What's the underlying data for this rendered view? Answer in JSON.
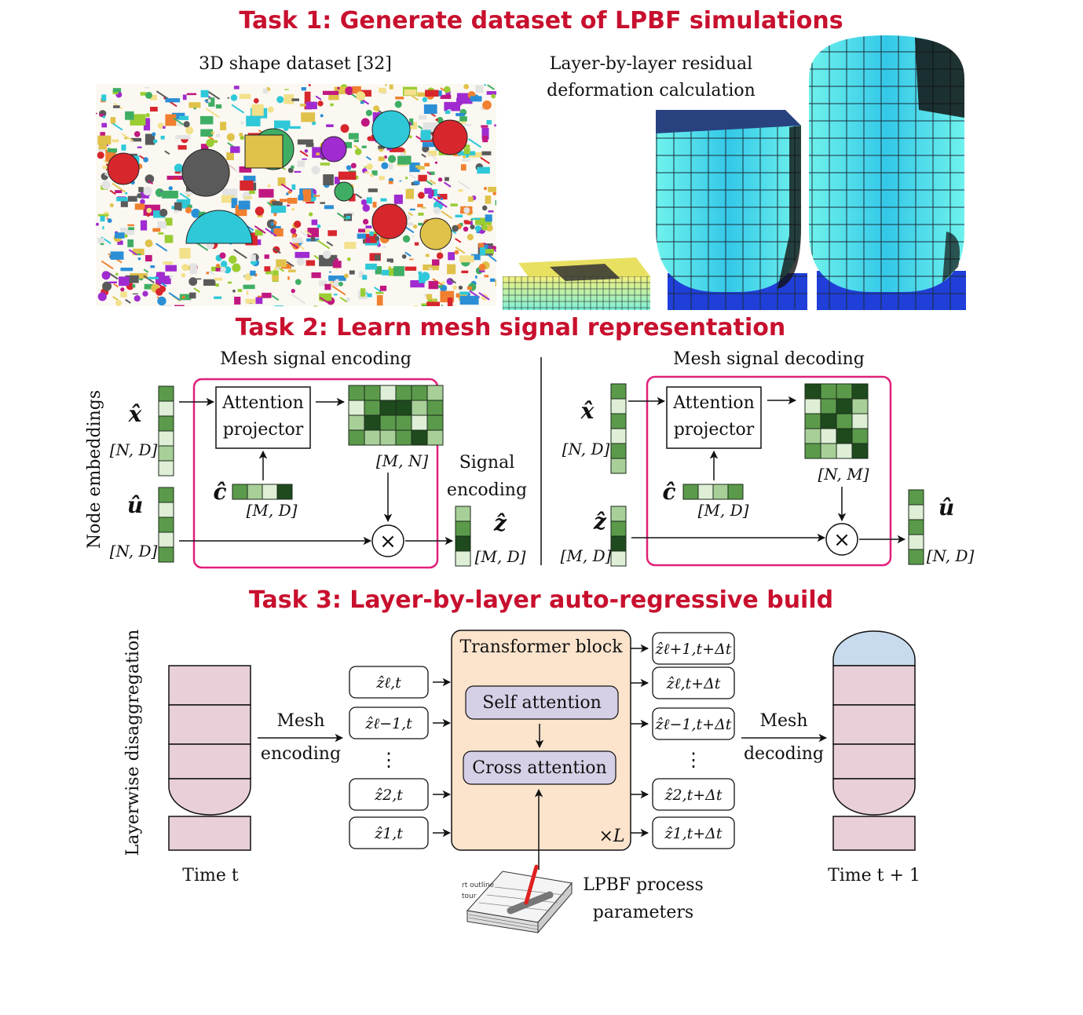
{
  "colors": {
    "title_red": "#c8102e",
    "highlight_pink": "#e0207a",
    "green_dark": "#1e4a1e",
    "green_mid": "#5b9a4a",
    "green_light": "#a8cf98",
    "green_pale": "#dfeed6",
    "transformer_bg": "#fbe3cc",
    "attention_bg": "#d6d0e6",
    "layer_pink": "#e9cfd8",
    "cap_blue": "#c8dbee",
    "mesh_cyan": "#3de6e2",
    "mesh_blue": "#1f3fd8"
  },
  "task1": {
    "title": "Task 1: Generate dataset of LPBF simulations",
    "shape_dataset_label": "3D shape dataset [32]",
    "deformation_label_line1": "Layer-by-layer residual",
    "deformation_label_line2": "deformation calculation"
  },
  "task2": {
    "title": "Task 2: Learn mesh signal representation",
    "side_label": "Node embeddings",
    "encoding": {
      "header": "Mesh signal encoding",
      "x_hat": "x̂",
      "x_dim": "[N, D]",
      "u_hat": "û",
      "u_dim": "[N, D]",
      "attention_line1": "Attention",
      "attention_line2": "projector",
      "c_hat": "ĉ",
      "c_dim": "[M, D]",
      "matrix_dim": "[M, N]",
      "signal_line1": "Signal",
      "signal_line2": "encoding",
      "z_hat": "ẑ",
      "z_dim": "[M, D]"
    },
    "decoding": {
      "header": "Mesh signal decoding",
      "x_hat": "x̂",
      "x_dim": "[N, D]",
      "z_hat": "ẑ",
      "z_dim": "[M, D]",
      "attention_line1": "Attention",
      "attention_line2": "projector",
      "c_hat": "ĉ",
      "c_dim": "[M, D]",
      "matrix_dim": "[N, M]",
      "u_hat": "û",
      "u_dim": "[N, D]"
    },
    "times_symbol": "×"
  },
  "task3": {
    "title": "Task 3: Layer-by-layer auto-regressive build",
    "side_label": "Layerwise disaggregation",
    "time_left": "Time t",
    "time_right": "Time t + 1",
    "mesh_encoding_line1": "Mesh",
    "mesh_encoding_line2": "encoding",
    "mesh_decoding_line1": "Mesh",
    "mesh_decoding_line2": "decoding",
    "transformer_title": "Transformer block",
    "self_attention": "Self attention",
    "cross_attention": "Cross attention",
    "repeat_label": "×L",
    "inputs": [
      "ẑℓ,t",
      "ẑℓ−1,t",
      "⋮",
      "ẑ2,t",
      "ẑ1,t"
    ],
    "outputs": [
      "ẑℓ+1,t+Δt",
      "ẑℓ,t+Δt",
      "ẑℓ−1,t+Δt",
      "⋮",
      "ẑ2,t+Δt",
      "ẑ1,t+Δt"
    ],
    "lpbf_line1": "LPBF process",
    "lpbf_line2": "parameters",
    "lpbf_img_text1": "rt outline",
    "lpbf_img_text2": "tour"
  }
}
